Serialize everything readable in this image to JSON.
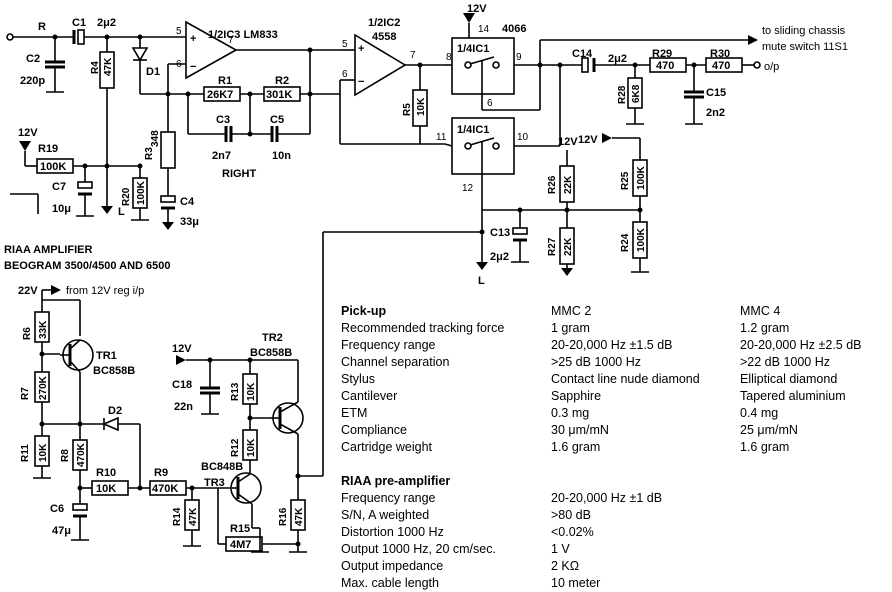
{
  "title": {
    "line1": "RIAA AMPLIFIER",
    "line2": "BEOGRAM 3500/4500 AND 6500",
    "channel": "RIGHT"
  },
  "annotations": {
    "mute_note_1": "to sliding chassis",
    "mute_note_2": "mute switch 11S1",
    "output": "o/p",
    "supply_note": "from 12V reg i/p",
    "input": "R"
  },
  "supplies": {
    "v12": "12V",
    "v22": "22V",
    "ground": "L"
  },
  "ics": {
    "ic3": "1/2IC3 LM833",
    "ic2_a": "1/2IC2",
    "ic2_b": "4558",
    "ic1_part": "4066",
    "ic1_gate": "1/4IC1"
  },
  "pins": {
    "p5a": "5",
    "p6a": "6",
    "p7a": "7",
    "p5b": "5",
    "p6b": "6",
    "p7b": "7",
    "p8": "8",
    "p9": "9",
    "p10": "10",
    "p11": "11",
    "p12": "12",
    "p14": "14",
    "p6c": "6"
  },
  "components": {
    "C1": {
      "ref": "C1",
      "value": "2μ2"
    },
    "C2": {
      "ref": "C2",
      "value": "220p"
    },
    "R4": {
      "ref": "R4",
      "value": "47K"
    },
    "D1": {
      "ref": "D1"
    },
    "R1": {
      "ref": "R1",
      "value": "26K7"
    },
    "R2": {
      "ref": "R2",
      "value": "301K"
    },
    "C3": {
      "ref": "C3",
      "value": "2n7"
    },
    "C5": {
      "ref": "C5",
      "value": "10n"
    },
    "R3": {
      "ref": "R3",
      "value": "348"
    },
    "C4": {
      "ref": "C4",
      "value": "33μ"
    },
    "R19": {
      "ref": "R19",
      "value": "100K"
    },
    "C7": {
      "ref": "C7",
      "value": "10μ"
    },
    "R20": {
      "ref": "R20",
      "value": "100K"
    },
    "R5": {
      "ref": "R5",
      "value": "10K"
    },
    "C14": {
      "ref": "C14",
      "value": "2μ2"
    },
    "R29": {
      "ref": "R29",
      "value": "470"
    },
    "R30": {
      "ref": "R30",
      "value": "470"
    },
    "R28": {
      "ref": "R28",
      "value": "6K8"
    },
    "C15": {
      "ref": "C15",
      "value": "2n2"
    },
    "R26": {
      "ref": "R26",
      "value": "22K"
    },
    "R25": {
      "ref": "R25",
      "value": "100K"
    },
    "C13": {
      "ref": "C13",
      "value": "2μ2"
    },
    "R27": {
      "ref": "R27",
      "value": "22K"
    },
    "R24": {
      "ref": "R24",
      "value": "100K"
    },
    "R6": {
      "ref": "R6",
      "value": "33K"
    },
    "TR1": {
      "ref": "TR1",
      "value": "BC858B"
    },
    "R7": {
      "ref": "R7",
      "value": "270K"
    },
    "D2": {
      "ref": "D2"
    },
    "R11": {
      "ref": "R11",
      "value": "10K"
    },
    "R8": {
      "ref": "R8",
      "value": "470K"
    },
    "R10": {
      "ref": "R10",
      "value": "10K"
    },
    "R9": {
      "ref": "R9",
      "value": "470K"
    },
    "C6": {
      "ref": "C6",
      "value": "47μ"
    },
    "C18": {
      "ref": "C18",
      "value": "22n"
    },
    "R13": {
      "ref": "R13",
      "value": "10K"
    },
    "R12": {
      "ref": "R12",
      "value": "10K"
    },
    "TR2": {
      "ref": "TR2",
      "value": "BC858B"
    },
    "TR3": {
      "ref": "TR3",
      "value": "BC848B"
    },
    "R14": {
      "ref": "R14",
      "value": "47K"
    },
    "R15": {
      "ref": "R15",
      "value": "4M7"
    },
    "R16": {
      "ref": "R16",
      "value": "47K"
    }
  },
  "spec_table": {
    "columns": [
      "",
      "MMC 2",
      "MMC 4"
    ],
    "rows": [
      {
        "label": "Pick-up",
        "mmc2": "MMC 2",
        "mmc4": "MMC 4",
        "header": true
      },
      {
        "label": "Recommended tracking force",
        "mmc2": "1 gram",
        "mmc4": "1.2 gram"
      },
      {
        "label": "Frequency range",
        "mmc2": "20-20,000 Hz ±1.5 dB",
        "mmc4": "20-20,000 Hz ±2.5 dB"
      },
      {
        "label": "Channel separation",
        "mmc2": ">25 dB 1000 Hz",
        "mmc4": ">22 dB 1000 Hz"
      },
      {
        "label": "Stylus",
        "mmc2": "Contact line nude diamond",
        "mmc4": "Elliptical diamond"
      },
      {
        "label": "Cantilever",
        "mmc2": "Sapphire",
        "mmc4": "Tapered aluminium"
      },
      {
        "label": "ETM",
        "mmc2": "0.3 mg",
        "mmc4": "0.4 mg"
      },
      {
        "label": "Compliance",
        "mmc2": "30 μm/mN",
        "mmc4": "25 μm/mN"
      },
      {
        "label": "Cartridge weight",
        "mmc2": "1.6 gram",
        "mmc4": "1.6 gram"
      },
      {
        "label": "",
        "mmc2": "",
        "mmc4": ""
      },
      {
        "label": "RIAA pre-amplifier",
        "mmc2": "",
        "mmc4": "",
        "header": true
      },
      {
        "label": "Frequency range",
        "mmc2": "20-20,000 Hz ±1 dB",
        "mmc4": ""
      },
      {
        "label": "S/N, A weighted",
        "mmc2": ">80 dB",
        "mmc4": ""
      },
      {
        "label": "Distortion 1000 Hz",
        "mmc2": "<0.02%",
        "mmc4": ""
      },
      {
        "label": "Output 1000 Hz, 20 cm/sec.",
        "mmc2": "1 V",
        "mmc4": ""
      },
      {
        "label": "Output impedance",
        "mmc2": "2 KΩ",
        "mmc4": ""
      },
      {
        "label": "Max. cable length",
        "mmc2": "10 meter",
        "mmc4": ""
      }
    ]
  }
}
